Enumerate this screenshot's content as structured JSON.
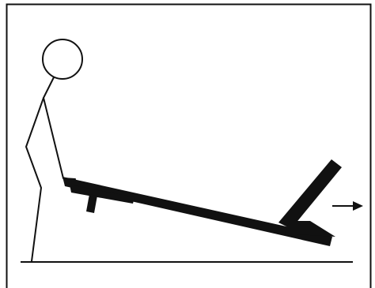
{
  "figure": {
    "elements": [
      "stick-figure-person",
      "inclined-board",
      "board-support-leg",
      "board-wheel-bracket",
      "motion-arrow",
      "ground-line"
    ],
    "arrow_direction": "right",
    "colors": {
      "ink": "#111111",
      "background": "#ffffff"
    }
  }
}
